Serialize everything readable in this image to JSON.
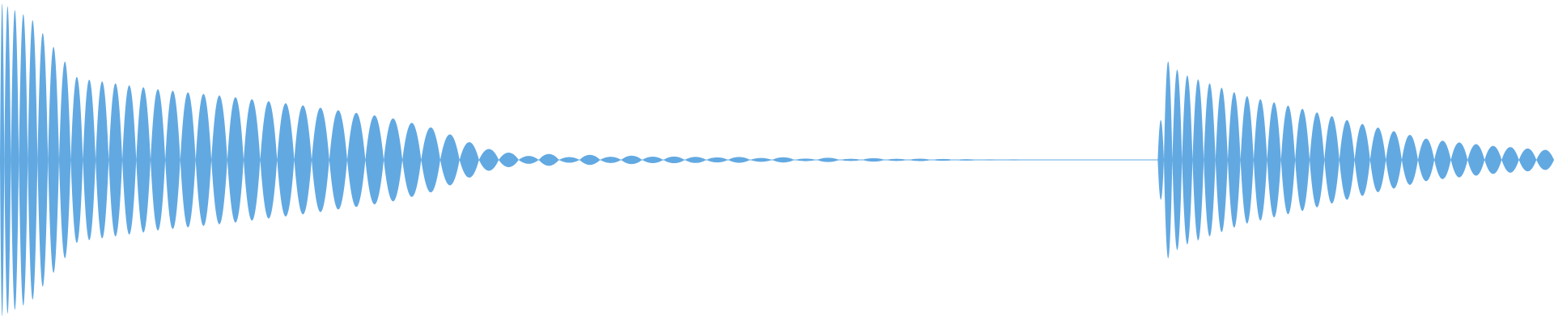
{
  "waveform": {
    "color": "#62a9e2",
    "background": "#ffffff",
    "duration_fraction_total": 1.0,
    "hits": [
      {
        "start": 0.0,
        "end": 0.66,
        "initial_amplitude": 1.0,
        "decay_profile": [
          [
            0.0,
            1.0
          ],
          [
            0.02,
            0.9
          ],
          [
            0.05,
            0.52
          ],
          [
            0.1,
            0.45
          ],
          [
            0.15,
            0.4
          ],
          [
            0.2,
            0.34
          ],
          [
            0.25,
            0.27
          ],
          [
            0.28,
            0.2
          ],
          [
            0.3,
            0.12
          ],
          [
            0.32,
            0.05
          ],
          [
            0.36,
            0.035
          ],
          [
            0.45,
            0.022
          ],
          [
            0.55,
            0.012
          ],
          [
            0.62,
            0.006
          ],
          [
            0.65,
            0.0
          ]
        ],
        "cycles": 58
      },
      {
        "start": 0.745,
        "end": 1.0,
        "initial_amplitude": 0.64,
        "decay_profile": [
          [
            0.745,
            0.0
          ],
          [
            0.75,
            0.64
          ],
          [
            0.76,
            0.55
          ],
          [
            0.8,
            0.41
          ],
          [
            0.84,
            0.32
          ],
          [
            0.88,
            0.22
          ],
          [
            0.92,
            0.13
          ],
          [
            0.96,
            0.09
          ],
          [
            1.0,
            0.06
          ]
        ],
        "cycles": 28
      }
    ]
  }
}
